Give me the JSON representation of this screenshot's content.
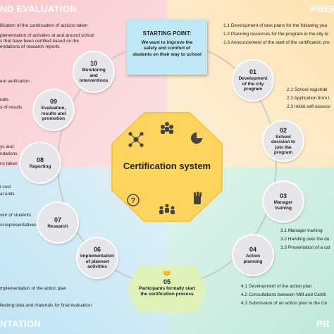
{
  "quadrants": {
    "top_left_title": "ND EVALUATION",
    "top_right_title": "PREP",
    "bottom_left_title": "NTATION",
    "bottom_right_title": "PR"
  },
  "start_box": {
    "title": "STARTING POINT:",
    "text_line1": "We want to improve the",
    "text_line2": "safety and comfort of",
    "text_line3": "students on their way to school"
  },
  "center": {
    "title": "Certification system"
  },
  "steps": [
    {
      "number": "01",
      "line1": "Development",
      "line2": "of the city",
      "line3": "program"
    },
    {
      "number": "02",
      "line1": "School",
      "line2": "decision to",
      "line3": "join the",
      "line4": "program"
    },
    {
      "number": "03",
      "line1": "Manager",
      "line2": "training"
    },
    {
      "number": "04",
      "line1": "Action",
      "line2": "planning"
    },
    {
      "number": "05",
      "line1": "Participants formally start",
      "line2": "the certification process"
    },
    {
      "number": "06",
      "line1": "Implementation",
      "line2": "of planned",
      "line3": "activities"
    },
    {
      "number": "07",
      "line1": "Research"
    },
    {
      "number": "08",
      "line1": "Reporting"
    },
    {
      "number": "09",
      "line1": "Evaluation,",
      "line2": "results and",
      "line3": "promotion"
    },
    {
      "number": "10",
      "line1": "Monitoring",
      "line2": "and",
      "line3": "interventions"
    }
  ],
  "notes": {
    "top_right": [
      "1.1 Development of task plans for the following yea",
      "1.2 Planning resources for the program in the city le",
      "1.3 Announcement of the start of the certification pro"
    ],
    "right_2": [
      "2.1 School registrati",
      "2.2 Application from t",
      "2.3 Initial self-assessi"
    ],
    "right_3": [
      "3.1 Manager training",
      "3.2 Handing over the do",
      "3.3 Presentation of a cat"
    ],
    "bottom_right": [
      "4.1 Development of the action plan",
      "4.2 Consultations between MM and Certifi",
      "4.3 Submission of an action plan to the Ce"
    ],
    "top_left": [
      "ification of the continuation of actions taken",
      "plementation of activities at and around school",
      "s that have been certified based on the",
      "endations of research reports"
    ],
    "left_9": [
      "ent verification",
      "uals",
      "s of results"
    ],
    "left_8": [
      "ys and",
      "ndations",
      "ns taken"
    ],
    "left_7": [
      "l cost",
      "al units",
      "vior of students",
      "ol representatives"
    ],
    "bottom_left": [
      "mplementation of the action plan",
      "llecting data and materials for final evaluation"
    ]
  }
}
